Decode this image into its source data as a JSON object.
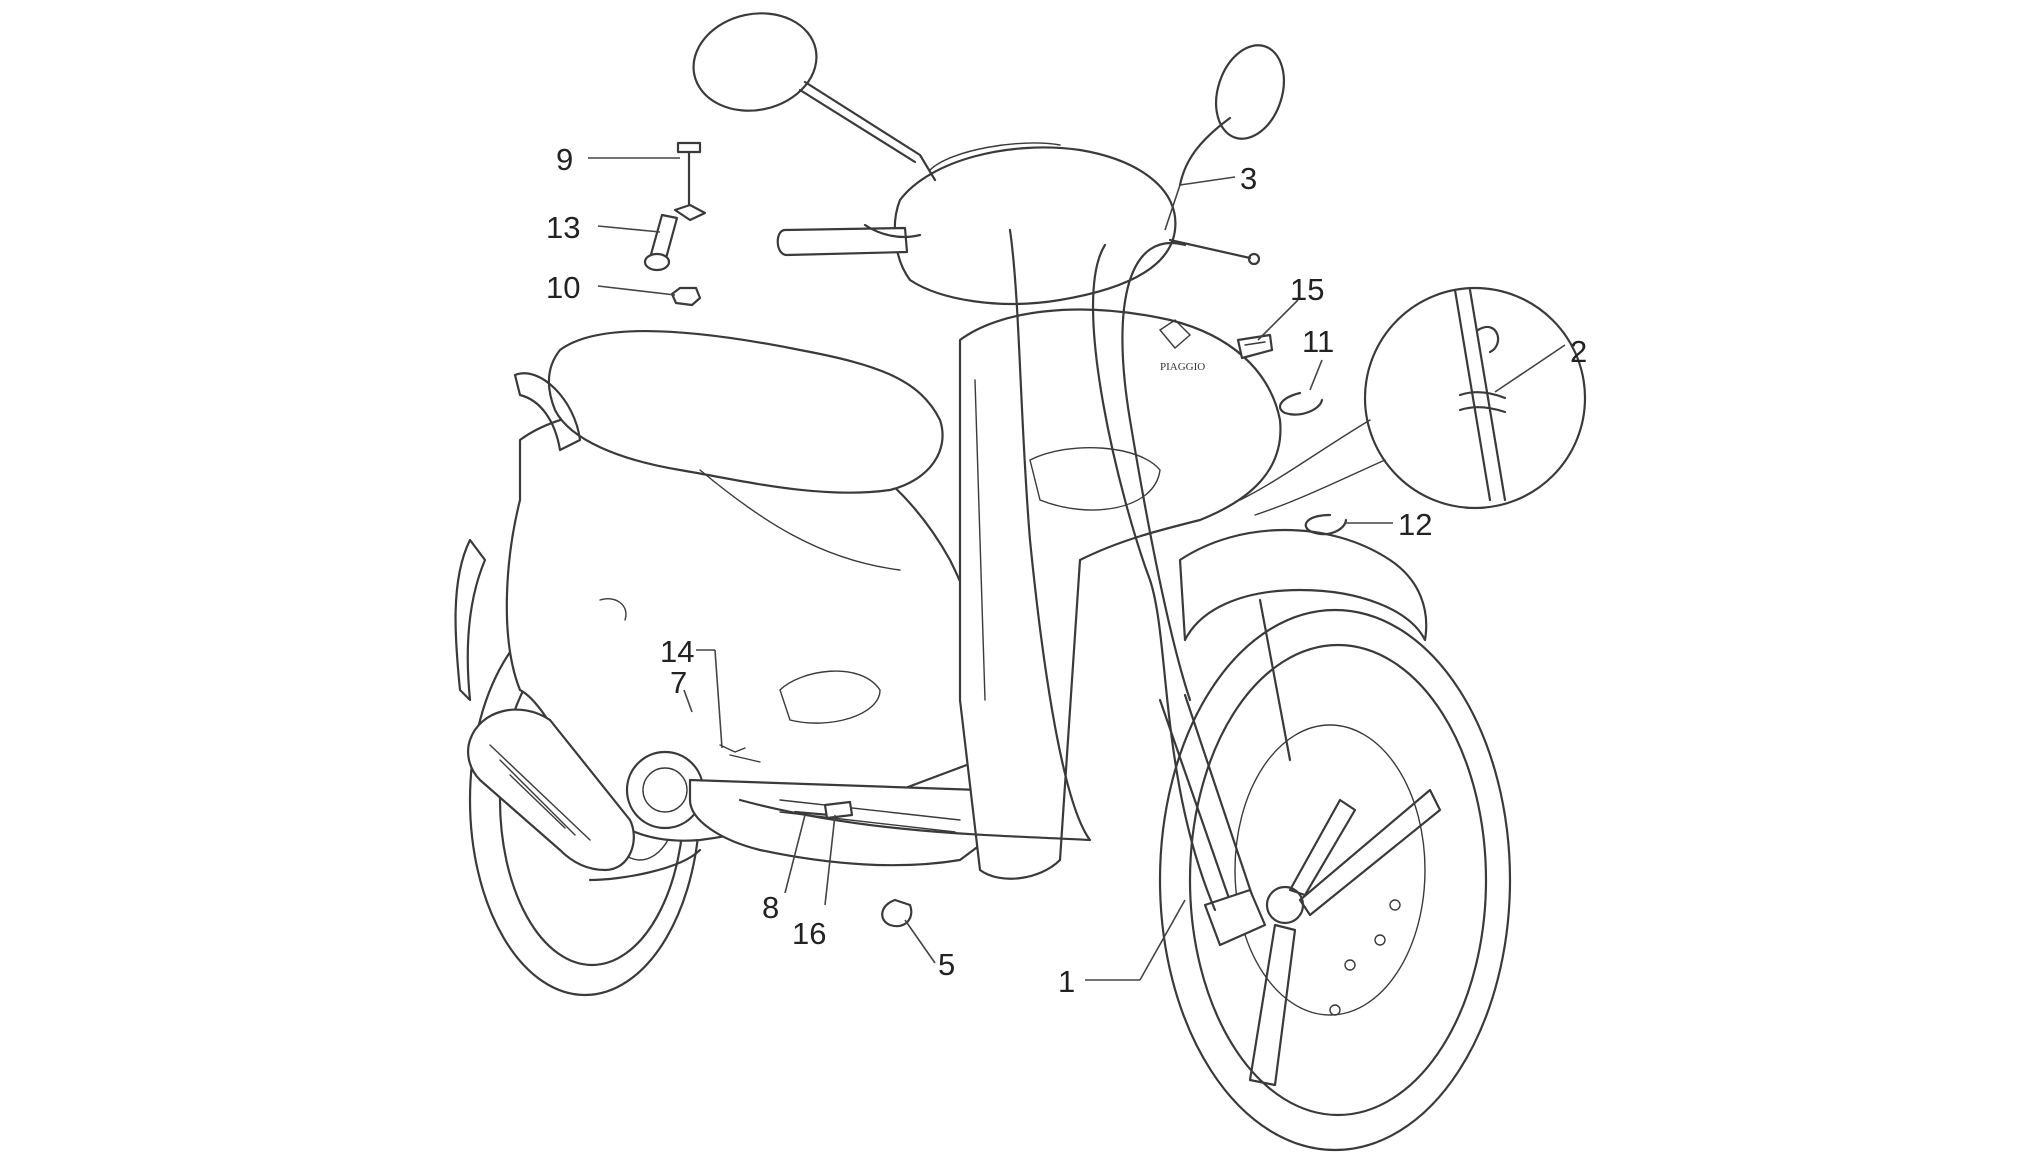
{
  "diagram": {
    "brand_emblem_text": "PIAGGIO",
    "callouts": [
      {
        "id": "1",
        "label": "1"
      },
      {
        "id": "2",
        "label": "2"
      },
      {
        "id": "3",
        "label": "3"
      },
      {
        "id": "5",
        "label": "5"
      },
      {
        "id": "7",
        "label": "7"
      },
      {
        "id": "8",
        "label": "8"
      },
      {
        "id": "9",
        "label": "9"
      },
      {
        "id": "10",
        "label": "10"
      },
      {
        "id": "11",
        "label": "11"
      },
      {
        "id": "12",
        "label": "12"
      },
      {
        "id": "13",
        "label": "13"
      },
      {
        "id": "14",
        "label": "14"
      },
      {
        "id": "15",
        "label": "15"
      },
      {
        "id": "16",
        "label": "16"
      }
    ]
  }
}
